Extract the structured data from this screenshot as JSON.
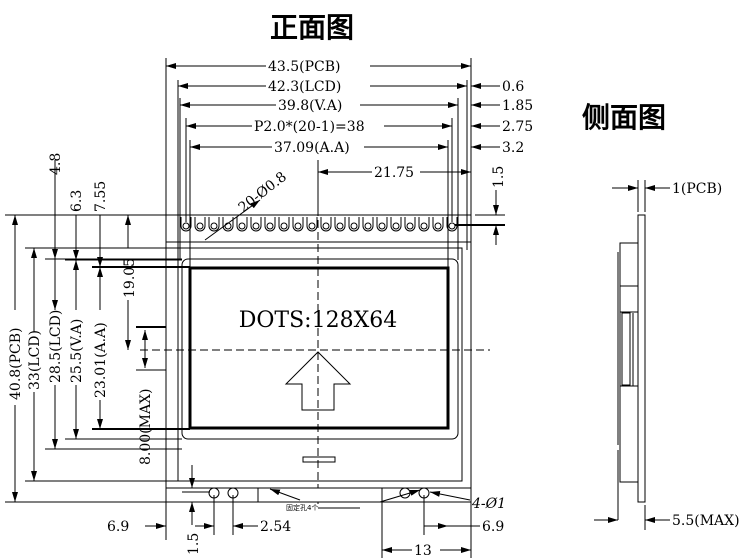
{
  "titles": {
    "front": "正面图",
    "side": "侧面图"
  },
  "display_text": "DOTS:128X64",
  "dims_top": {
    "pcb_w": "43.5(PCB)",
    "lcd_w": "42.3(LCD)",
    "va_w": "39.8(V.A)",
    "pitch": "P2.0*(20-1)=38",
    "aa_w": "37.09(A.A)",
    "center": "21.75",
    "off_lcd": "0.6",
    "off_va": "1.85",
    "off_pitch": "2.75",
    "off_aa": "3.2",
    "pad_off": "1.5",
    "holes": "20-Ø0.8"
  },
  "dims_left": {
    "pcb_h": "40.8(PCB)",
    "lcd_h": "33(LCD)",
    "lcd_h2": "28.5(LCD)",
    "va_h": "25.5(V.A)",
    "aa_h": "23.01(A.A)",
    "d48": "4.8",
    "d63": "6.3",
    "d755": "7.55",
    "d1905": "19.05",
    "d8": "8.00(MAX)"
  },
  "dims_bottom": {
    "left": "6.9",
    "pitch": "2.54",
    "right": "6.9",
    "bw": "13",
    "pad": "1.5",
    "mount": "4-Ø1",
    "note": "固定孔4个"
  },
  "dims_side": {
    "pcb_t": "1(PCB)",
    "max_t": "5.5(MAX)"
  }
}
